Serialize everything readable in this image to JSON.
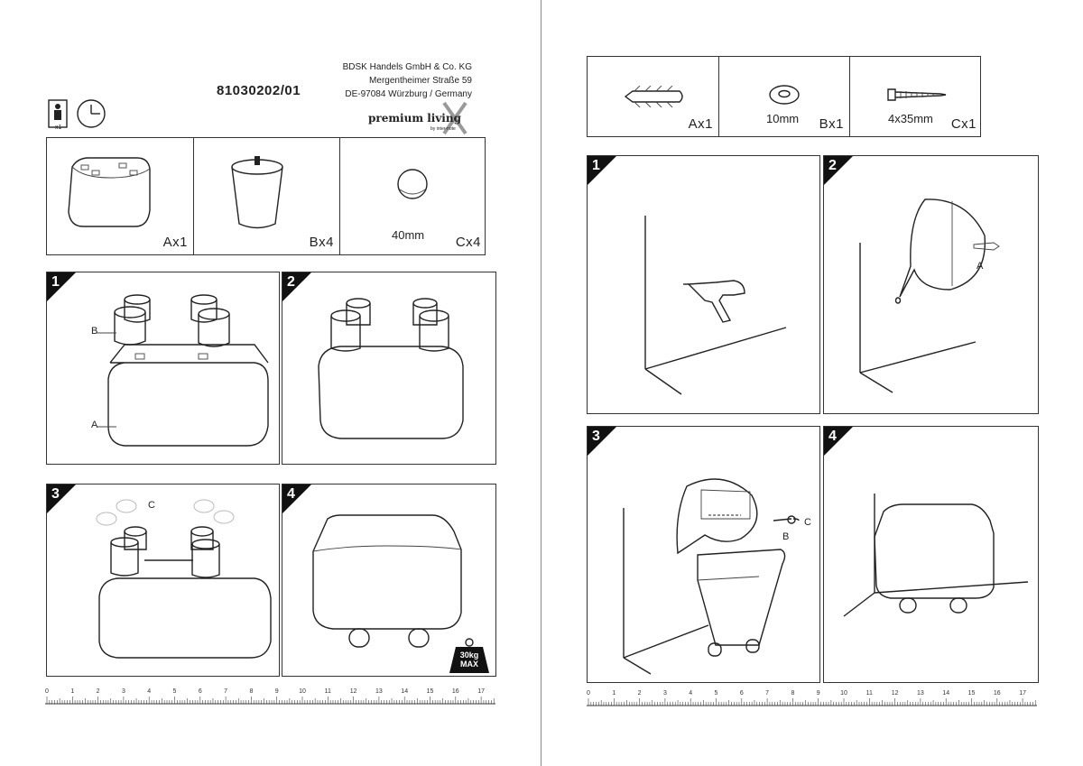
{
  "left_page": {
    "product_code": "81030202/01",
    "company": {
      "name": "BDSK Handels GmbH & Co. KG",
      "street": "Mergentheimer Straße 59",
      "city": "DE-97084 Würzburg / Germany"
    },
    "brand": {
      "name": "premium living",
      "sub": "by inter-note"
    },
    "person_count_label": "x1",
    "parts": [
      {
        "label": "Ax1",
        "size": ""
      },
      {
        "label": "Bx4",
        "size": ""
      },
      {
        "label": "Cx4",
        "size": "40mm"
      }
    ],
    "steps": [
      {
        "num": "1",
        "callouts": [
          "B",
          "A"
        ]
      },
      {
        "num": "2",
        "callouts": []
      },
      {
        "num": "3",
        "callouts": [
          "C"
        ]
      },
      {
        "num": "4",
        "callouts": [],
        "weight_label_1": "30kg",
        "weight_label_2": "MAX"
      }
    ]
  },
  "right_page": {
    "parts": [
      {
        "label": "Ax1",
        "size": ""
      },
      {
        "label": "Bx1",
        "size": "10mm"
      },
      {
        "label": "Cx1",
        "size": "4x35mm"
      }
    ],
    "steps": [
      {
        "num": "1",
        "callouts": []
      },
      {
        "num": "2",
        "callouts": [
          "A"
        ]
      },
      {
        "num": "3",
        "callouts": [
          "C",
          "B"
        ]
      },
      {
        "num": "4",
        "callouts": []
      }
    ]
  },
  "ruler_ticks": [
    "0",
    "1",
    "2",
    "3",
    "4",
    "5",
    "6",
    "7",
    "8",
    "9",
    "10",
    "11",
    "12",
    "13",
    "14",
    "15",
    "16",
    "17"
  ]
}
